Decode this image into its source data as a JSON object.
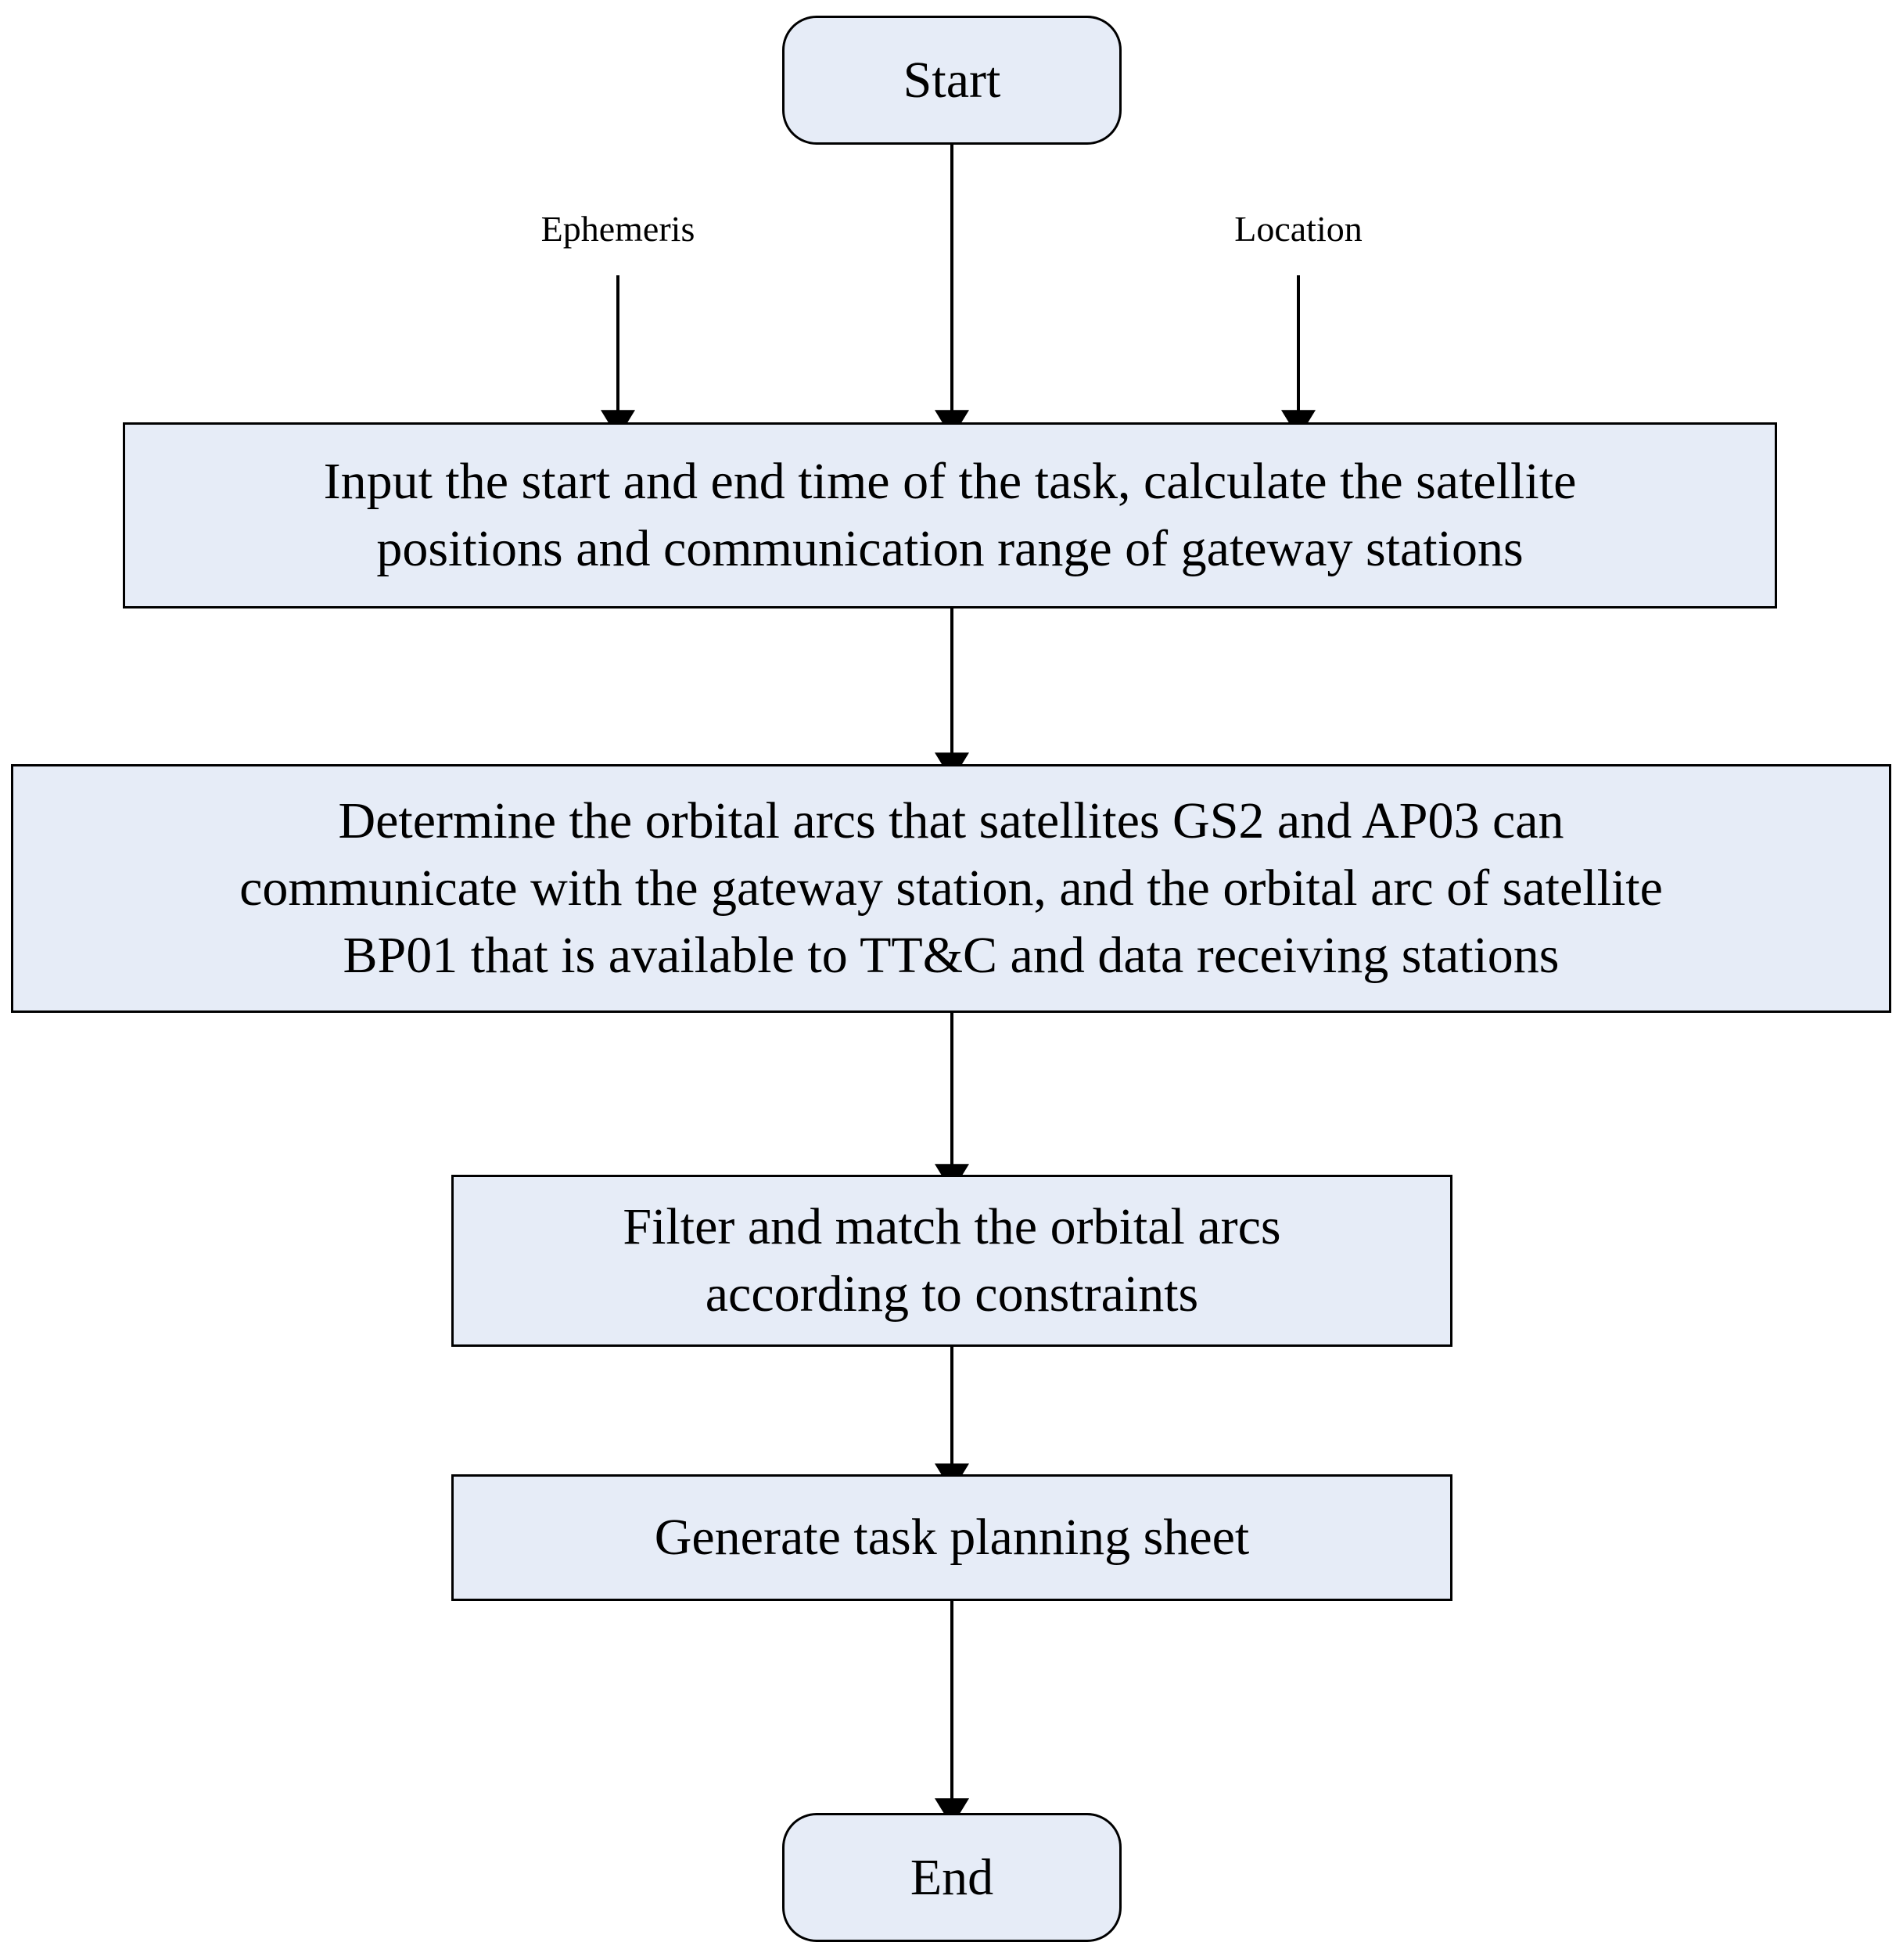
{
  "diagram": {
    "title": "Satellite task planning flowchart",
    "colors": {
      "node_fill": "#e6ecf7",
      "node_stroke": "#000000",
      "text": "#000000",
      "background": "#ffffff"
    },
    "nodes": {
      "start": {
        "label": "Start",
        "shape": "terminator"
      },
      "step1": {
        "label": "Input the start and end time of the task, calculate the satellite positions and  communication range of gateway stations",
        "line1": "Input the start and end time of the task, calculate the satellite",
        "line2": "positions and  communication range of gateway stations",
        "shape": "process"
      },
      "step2": {
        "label": "Determine the orbital arcs that satellites GS2 and AP03 can communicate with the gateway station, and the orbital arc of satellite BP01 that is available to TT&C and data receiving stations",
        "line1": "Determine the orbital arcs that satellites GS2 and AP03 can",
        "line2": "communicate with the gateway station, and the orbital arc of satellite",
        "line3": "BP01 that is available to TT&C and data receiving stations",
        "shape": "process"
      },
      "step3": {
        "label": "Filter and match the orbital arcs according to constraints",
        "line1": "Filter and match the orbital arcs",
        "line2": "according to constraints",
        "shape": "process"
      },
      "step4": {
        "label": "Generate task planning sheet",
        "line1": "Generate task planning sheet",
        "shape": "process"
      },
      "end": {
        "label": "End",
        "shape": "terminator"
      }
    },
    "input_labels": {
      "ephemeris": "Ephemeris",
      "location": "Location"
    }
  }
}
